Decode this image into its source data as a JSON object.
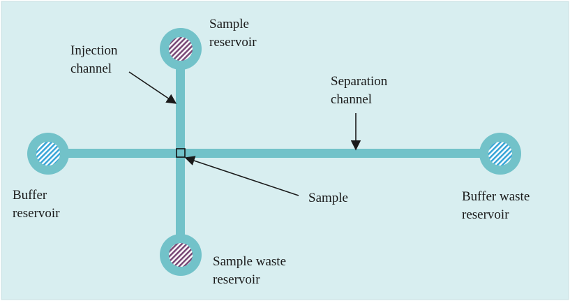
{
  "labels": {
    "sample_reservoir": [
      "Sample",
      "reservoir"
    ],
    "injection_channel": [
      "Injection",
      "channel"
    ],
    "separation_channel": [
      "Separation",
      "channel"
    ],
    "buffer_reservoir": [
      "Buffer",
      "reservoir"
    ],
    "sample": "Sample",
    "buffer_waste_reservoir": [
      "Buffer waste",
      "reservoir"
    ],
    "sample_waste_reservoir": [
      "Sample waste",
      "reservoir"
    ]
  },
  "colors": {
    "background": "#d8eef0",
    "channel": "#72c2c9",
    "sample_hatch": "#7a4a78",
    "buffer_hatch": "#3aa6d8",
    "text": "#1a1a1a"
  }
}
